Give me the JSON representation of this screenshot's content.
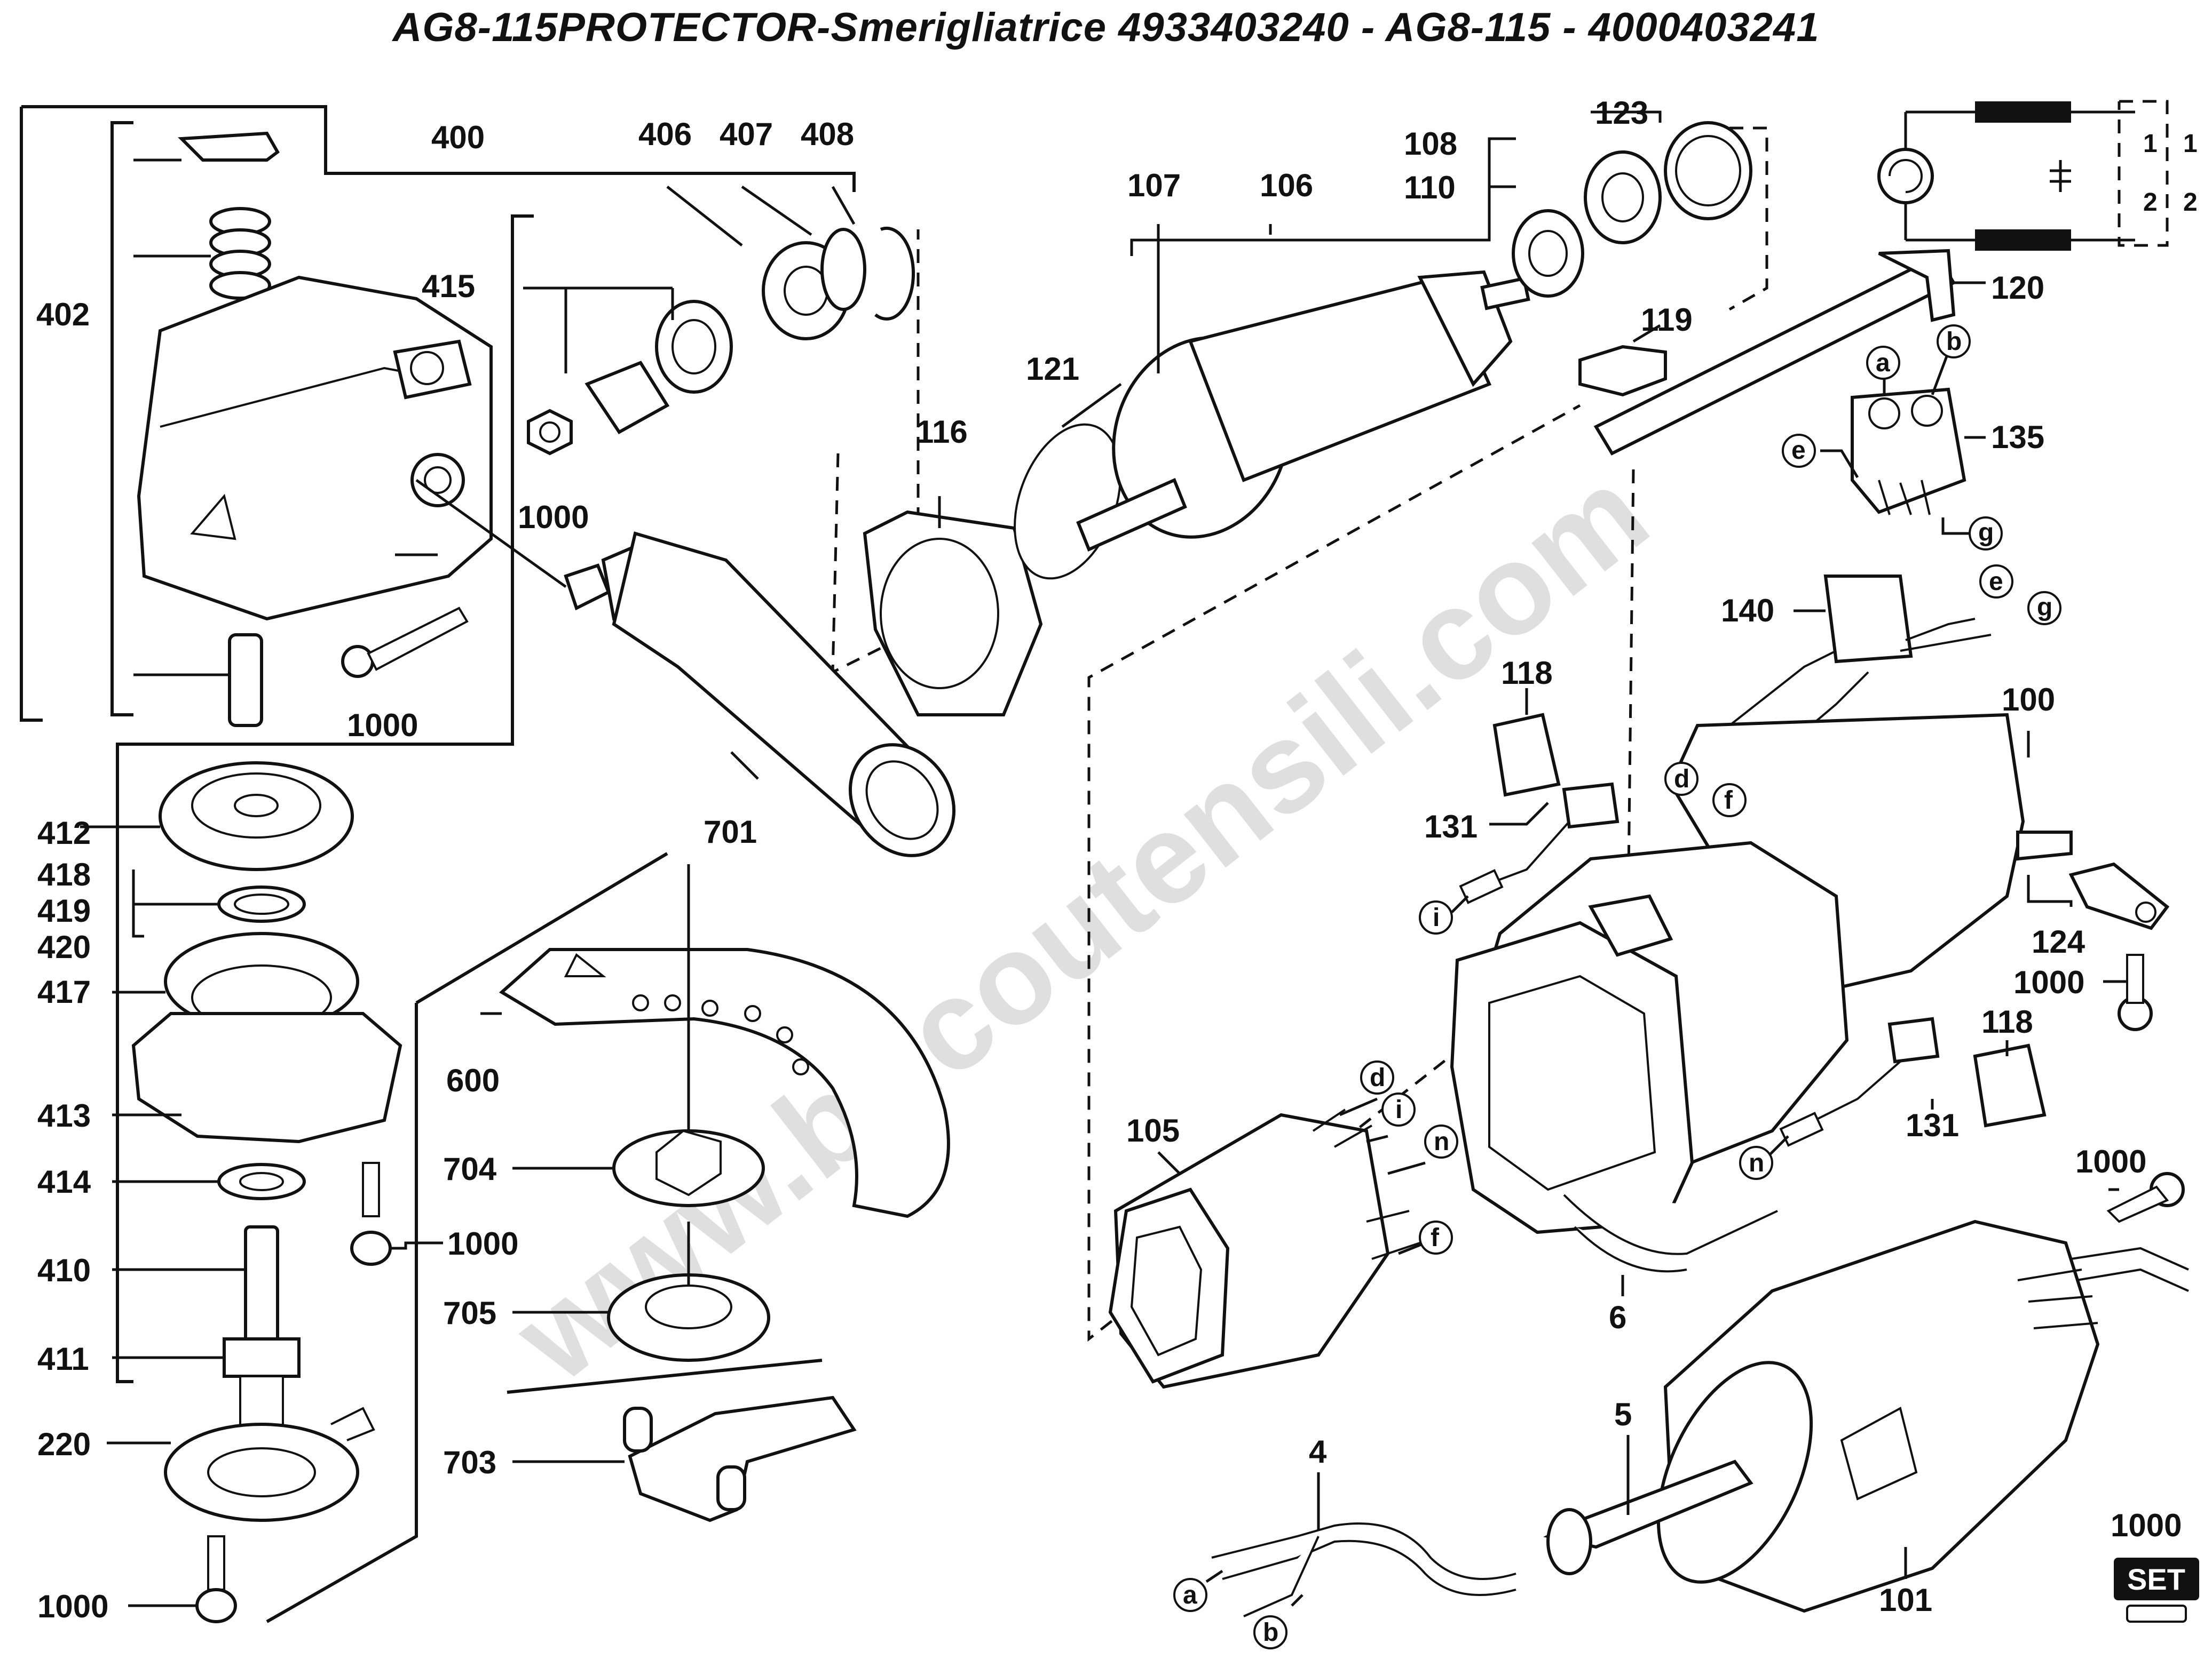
{
  "title": "AG8-115PROTECTOR-Smerigliatrice 4933403240 - AG8-115 - 4000403241",
  "watermark": "www.bricoutensili.com",
  "labels": {
    "p400": "400",
    "p406": "406",
    "p407": "407",
    "p408": "408",
    "p402": "402",
    "p415": "415",
    "p1000a": "1000",
    "p1000b": "1000",
    "p116": "116",
    "p701": "701",
    "p107": "107",
    "p106": "106",
    "p108": "108",
    "p110": "110",
    "p123": "123",
    "p121": "121",
    "p119": "119",
    "p120": "120",
    "p135": "135",
    "p140": "140",
    "p118a": "118",
    "p131a": "131",
    "p100": "100",
    "p124": "124",
    "p1000c": "1000",
    "p118b": "118",
    "p131b": "131",
    "p412": "412",
    "p418": "418",
    "p419": "419",
    "p420": "420",
    "p417": "417",
    "p413": "413",
    "p414": "414",
    "p410": "410",
    "p411": "411",
    "p220": "220",
    "p1000d": "1000",
    "p1000e": "1000",
    "p600": "600",
    "p704": "704",
    "p705": "705",
    "p703": "703",
    "p105": "105",
    "p6": "6",
    "p1000f": "1000",
    "p4": "4",
    "p5": "5",
    "p101": "101",
    "p1000g": "1000"
  },
  "letters": {
    "a1": "a",
    "b1": "b",
    "e1": "e",
    "g1": "g",
    "e2": "e",
    "g2": "g",
    "d1": "d",
    "f1": "f",
    "i1": "i",
    "d2": "d",
    "i2": "i",
    "n1": "n",
    "f2": "f",
    "n2": "n",
    "a2": "a",
    "b2": "b"
  },
  "schematic": {
    "switch_terminals": [
      "1",
      "1",
      "2",
      "2"
    ]
  },
  "set_badge": "SET"
}
